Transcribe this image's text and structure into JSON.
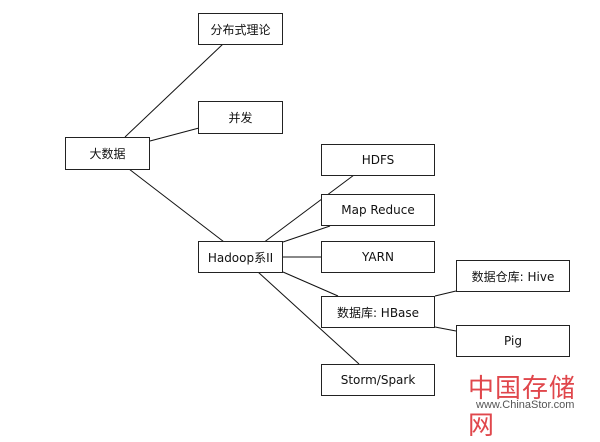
{
  "nodes": {
    "root": "大数据",
    "distributed_theory": "分布式理论",
    "concurrency": "并发",
    "hadoop": "Hadoop系II",
    "hdfs": "HDFS",
    "mapreduce": "Map Reduce",
    "yarn": "YARN",
    "hbase": "数据库: HBase",
    "hive": "数据仓库: Hive",
    "pig": "Pig",
    "storm_spark": "Storm/Spark"
  },
  "edges": [
    [
      "root",
      "distributed_theory"
    ],
    [
      "root",
      "concurrency"
    ],
    [
      "root",
      "hadoop"
    ],
    [
      "hadoop",
      "hdfs"
    ],
    [
      "hadoop",
      "mapreduce"
    ],
    [
      "hadoop",
      "yarn"
    ],
    [
      "hadoop",
      "hbase"
    ],
    [
      "hadoop",
      "storm_spark"
    ],
    [
      "hbase",
      "hive"
    ],
    [
      "hbase",
      "pig"
    ]
  ],
  "watermark": {
    "brand": "中国存储网",
    "url": "www.ChinaStor.com"
  }
}
